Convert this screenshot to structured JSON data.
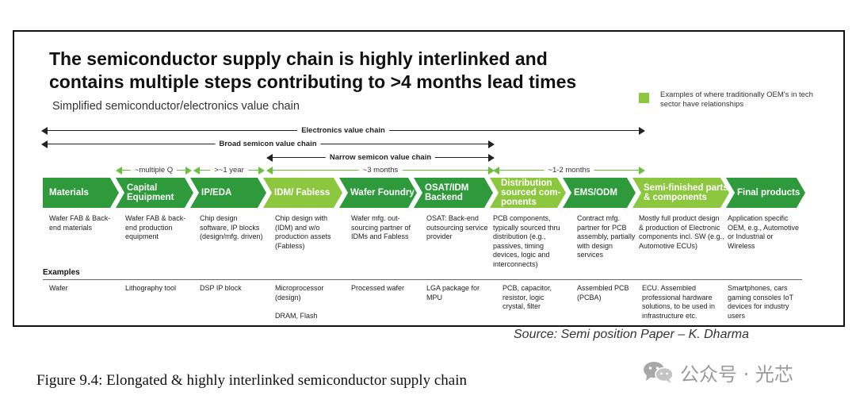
{
  "title_line1": "The semiconductor supply chain is highly interlinked and",
  "title_line2": "contains multiple steps contributing to >4 months lead times",
  "subtitle": "Simplified semiconductor/electronics value chain",
  "legend": {
    "text": "Examples of where traditionally OEM's in tech sector have relationships",
    "color": "#8dc63f"
  },
  "spans": {
    "electronics": "Electronics value chain",
    "broad": "Broad semicon value chain",
    "narrow": "Narrow semicon value chain"
  },
  "durations": [
    "~multiple Q",
    ">~1 year",
    "~3 months",
    "~1-2 months"
  ],
  "colors": {
    "dark_green": "#2e9a3b",
    "light_green": "#8dc63f",
    "arrow_green": "#6cbf3c"
  },
  "stages": [
    {
      "label": "Materials",
      "highlight": false,
      "description": "Wafer FAB & Back-end materials",
      "example": "Wafer"
    },
    {
      "label": "Capital Equipment",
      "highlight": false,
      "description": "Wafer FAB & back-end production equipment",
      "example": "Lithography tool"
    },
    {
      "label": "IP/EDA",
      "highlight": false,
      "description": "Chip design software, IP blocks (design/mfg. driven)",
      "example": "DSP IP block"
    },
    {
      "label": "IDM/ Fabless",
      "highlight": true,
      "description": "Chip design with (IDM) and w/o production assets (Fabless)",
      "example": "Microprocessor (design)\n\nDRAM, Flash"
    },
    {
      "label": "Wafer Foundry",
      "highlight": false,
      "description": "Wafer mfg. out-sourcing partner of IDMs and Fabless",
      "example": "Processed wafer"
    },
    {
      "label": "OSAT/IDM Backend",
      "highlight": false,
      "description": "OSAT: Back-end outsourcing service provider",
      "example": "LGA package for MPU"
    },
    {
      "label": "Distribution sourced com-ponents",
      "highlight": true,
      "description": "PCB components, typically sourced thru distribution (e.g., passives, timing devices, logic and interconnects)",
      "example": "PCB, capacitor, resistor, logic crystal, filter"
    },
    {
      "label": "EMS/ODM",
      "highlight": false,
      "description": "Contract mfg. partner for PCB assembly, partially with design services",
      "example": "Assembled PCB (PCBA)"
    },
    {
      "label": "Semi-finished parts & components",
      "highlight": true,
      "description": "Mostly full product design & production of Electronic components incl. SW (e.g., Automotive ECUs)",
      "example": "ECU. Assembled professional hardware solutions, to be used in infrastructure etc."
    },
    {
      "label": "Final products",
      "highlight": false,
      "description": "Application specific OEM, e.g., Automotive or Industrial or Wireless",
      "example": "Smartphones, cars gaming consoles IoT devices for industry users"
    }
  ],
  "examples_heading": "Examples",
  "source": "Source: Semi position Paper – K. Dharma",
  "caption": "Figure 9.4: Elongated & highly interlinked semiconductor supply chain",
  "watermark": {
    "text": "公众号 · 光芯",
    "icon": "wechat-logo-icon"
  }
}
